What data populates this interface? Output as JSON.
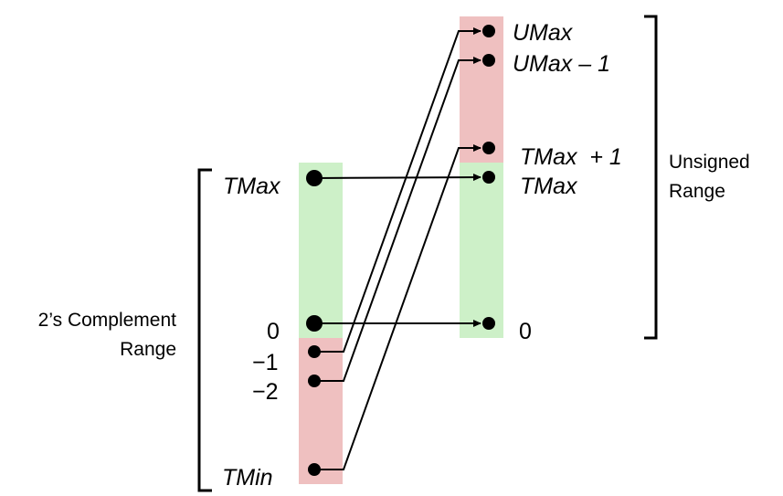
{
  "left_axis": {
    "caption_line1": "2’s Complement",
    "caption_line2": "Range",
    "tmax": "TMax",
    "zero": "0",
    "neg_one": "−1",
    "neg_two": "−2",
    "tmin": "TMin"
  },
  "right_axis": {
    "caption_line1": "Unsigned",
    "caption_line2": "Range",
    "umax": "UMax",
    "umax_minus_one": "UMax – 1",
    "tmax_plus_one": "TMax  + 1",
    "tmax": "TMax",
    "zero": "0"
  },
  "colors": {
    "nonnegative_band": "#cdf0c8",
    "negative_band": "#efc0c0",
    "ink": "#000000"
  }
}
